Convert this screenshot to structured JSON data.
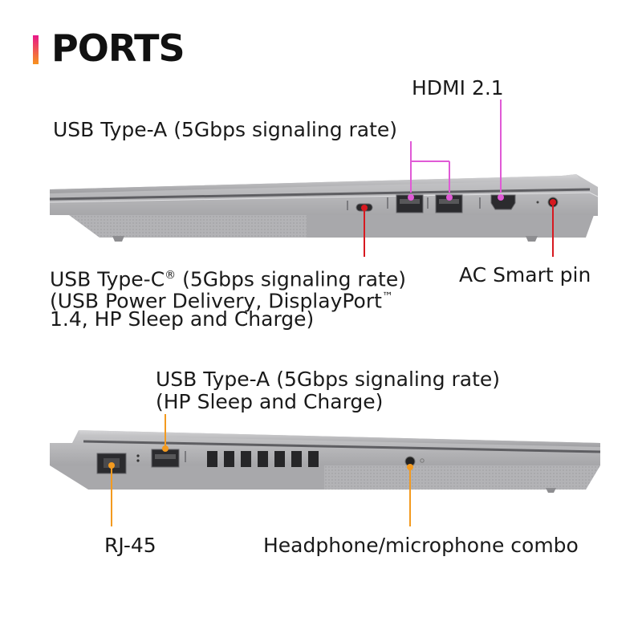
{
  "heading": "PORTS",
  "colors": {
    "accent_start": "#e8178a",
    "accent_end": "#f7941d",
    "pink_line": "#e05ad6",
    "red_line": "#d71920",
    "orange_line": "#f39a1f",
    "body_silver": "#b9b9bb"
  },
  "top_view": {
    "hdmi": "HDMI 2.1",
    "usb_a": "USB Type-A (5Gbps signaling rate)",
    "usb_c_line1": "USB Type-C",
    "usb_c_reg": "®",
    "usb_c_line1_rest": " (5Gbps signaling rate)",
    "usb_c_line2": "(USB Power Delivery, DisplayPort",
    "usb_c_tm": "™",
    "usb_c_line3": "1.4, HP Sleep and Charge)",
    "ac_pin": "AC Smart pin"
  },
  "bottom_view": {
    "usb_a_line1": "USB Type-A (5Gbps signaling rate)",
    "usb_a_line2": "(HP Sleep and Charge)",
    "rj45": "RJ-45",
    "headphone": "Headphone/microphone combo"
  }
}
